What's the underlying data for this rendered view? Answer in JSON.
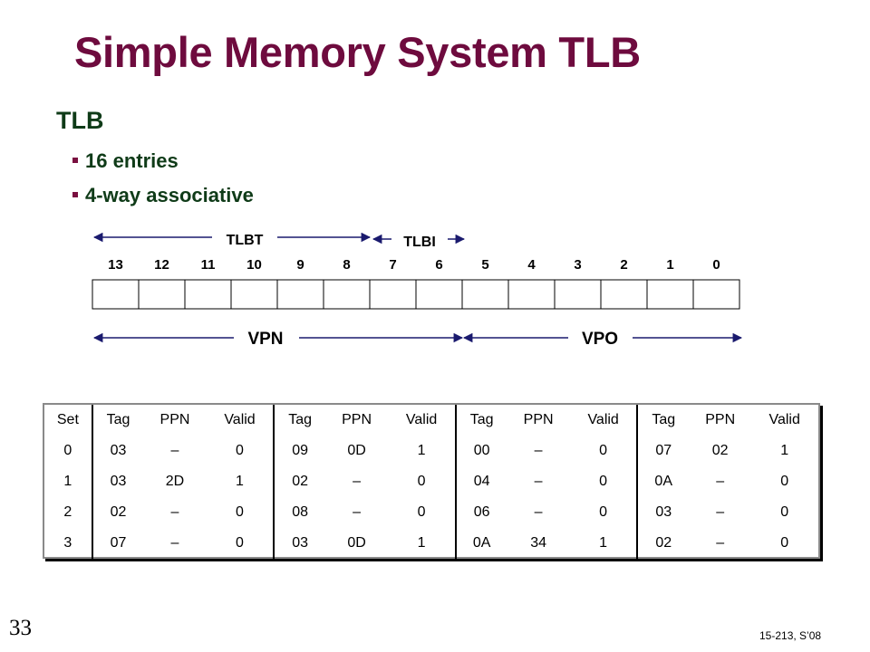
{
  "slide": {
    "title": "Simple Memory System TLB",
    "heading": "TLB",
    "bullets": [
      "16 entries",
      "4-way associative"
    ],
    "page_number": "33",
    "course": "15-213, S’08"
  },
  "address": {
    "bits": [
      "13",
      "12",
      "11",
      "10",
      "9",
      "8",
      "7",
      "6",
      "5",
      "4",
      "3",
      "2",
      "1",
      "0"
    ],
    "fields_top": [
      "TLBT",
      "TLBI"
    ],
    "fields_bottom": [
      "VPN",
      "VPO"
    ]
  },
  "tlb": {
    "headers": [
      "Set",
      "Tag",
      "PPN",
      "Valid",
      "Tag",
      "PPN",
      "Valid",
      "Tag",
      "PPN",
      "Valid",
      "Tag",
      "PPN",
      "Valid"
    ],
    "rows": [
      [
        "0",
        "03",
        "–",
        "0",
        "09",
        "0D",
        "1",
        "00",
        "–",
        "0",
        "07",
        "02",
        "1"
      ],
      [
        "1",
        "03",
        "2D",
        "1",
        "02",
        "–",
        "0",
        "04",
        "–",
        "0",
        "0A",
        "–",
        "0"
      ],
      [
        "2",
        "02",
        "–",
        "0",
        "08",
        "–",
        "0",
        "06",
        "–",
        "0",
        "03",
        "–",
        "0"
      ],
      [
        "3",
        "07",
        "–",
        "0",
        "03",
        "0D",
        "1",
        "0A",
        "34",
        "1",
        "02",
        "–",
        "0"
      ]
    ]
  },
  "colors": {
    "title": "#6e0b3e",
    "text": "#0f3b18",
    "arrow": "#1a1a6e"
  }
}
